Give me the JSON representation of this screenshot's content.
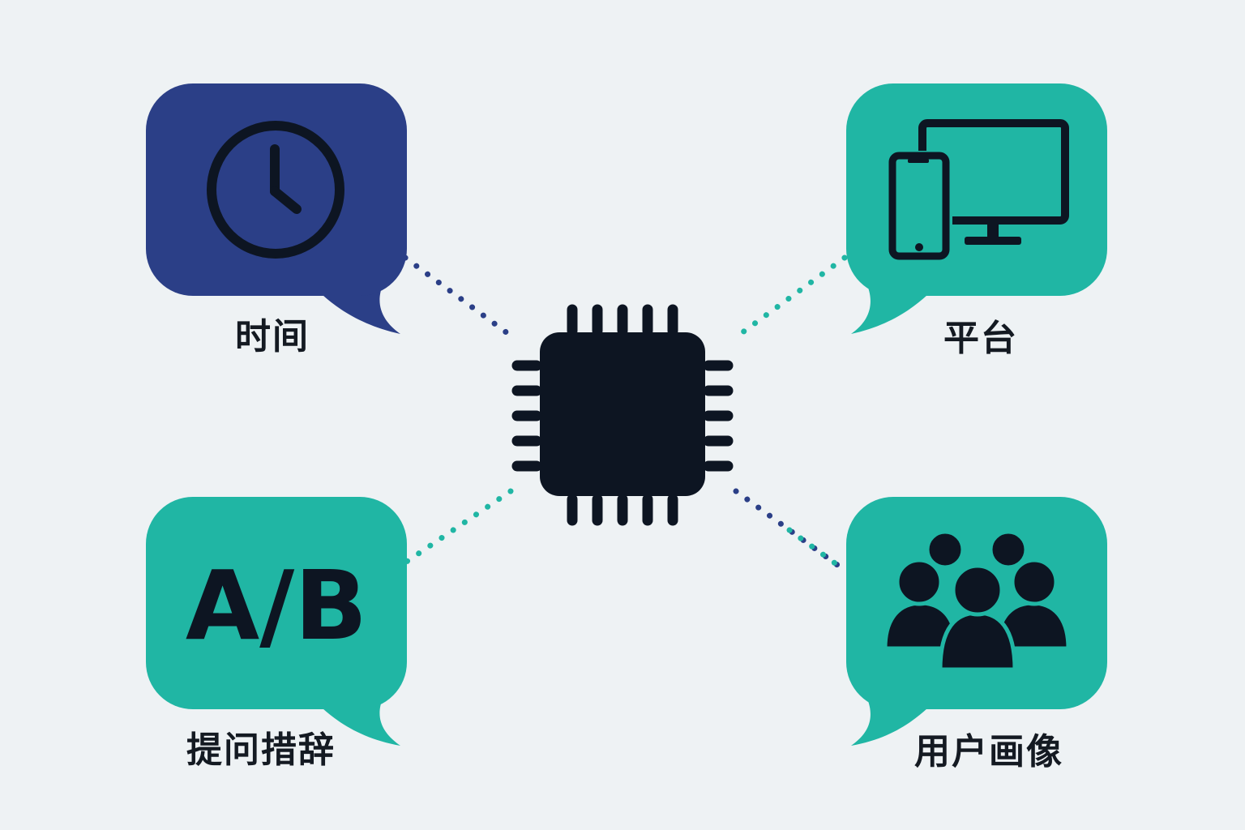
{
  "colors": {
    "background": "#eef2f4",
    "navy": "#2b3f87",
    "teal": "#20b6a4",
    "ink": "#0d1522"
  },
  "center": {
    "icon": "chip-icon"
  },
  "nodes": {
    "time": {
      "label": "时间",
      "icon": "clock-icon",
      "color": "navy"
    },
    "platform": {
      "label": "平台",
      "icon": "devices-icon",
      "color": "teal"
    },
    "prompt": {
      "label": "提问措辞",
      "icon_text": "A/B",
      "icon": "ab-test-icon",
      "color": "teal"
    },
    "persona": {
      "label": "用户画像",
      "icon": "users-group-icon",
      "color": "teal"
    }
  }
}
